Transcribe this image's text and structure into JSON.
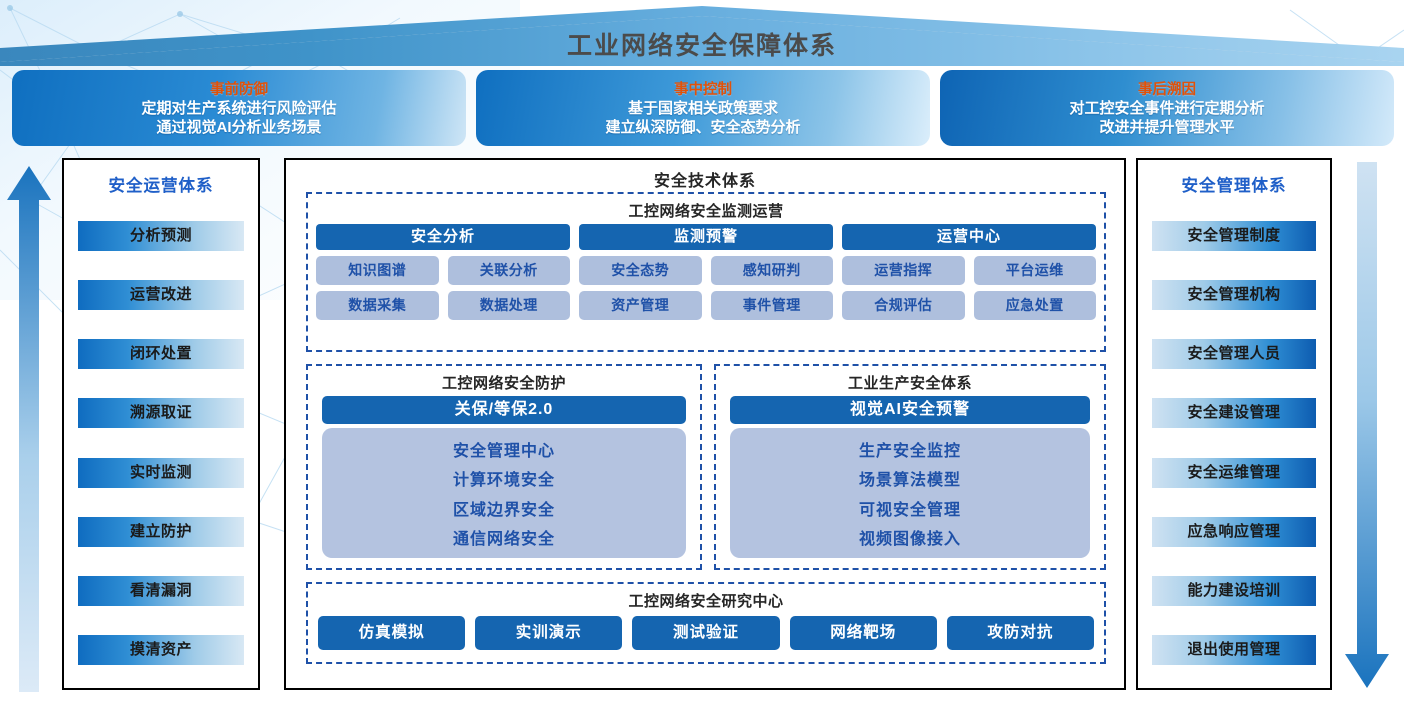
{
  "header": {
    "roof_title": "工业网络安全保障体系",
    "banners": [
      {
        "title": "事前防御",
        "lines": [
          "定期对生产系统进行风险评估",
          "通过视觉AI分析业务场景"
        ]
      },
      {
        "title": "事中控制",
        "lines": [
          "基于国家相关政策要求",
          "建立纵深防御、安全态势分析"
        ]
      },
      {
        "title": "事后溯因",
        "lines": [
          "对工控安全事件进行定期分析",
          "改进并提升管理水平"
        ]
      }
    ]
  },
  "left_panel": {
    "heading": "安全运营体系",
    "items": [
      "分析预测",
      "运营改进",
      "闭环处置",
      "溯源取证",
      "实时监测",
      "建立防护",
      "看清漏洞",
      "摸清资产"
    ]
  },
  "right_panel": {
    "heading": "安全管理体系",
    "items": [
      "安全管理制度",
      "安全管理机构",
      "安全管理人员",
      "安全建设管理",
      "安全运维管理",
      "应急响应管理",
      "能力建设培训",
      "退出使用管理"
    ]
  },
  "center_panel": {
    "heading": "安全技术体系",
    "monitor": {
      "title": "工控网络安全监测运营",
      "columns": [
        {
          "head": "安全分析",
          "cells": [
            "知识图谱",
            "关联分析",
            "数据采集",
            "数据处理"
          ]
        },
        {
          "head": "监测预警",
          "cells": [
            "安全态势",
            "感知研判",
            "资产管理",
            "事件管理"
          ]
        },
        {
          "head": "运营中心",
          "cells": [
            "运营指挥",
            "平台运维",
            "合规评估",
            "应急处置"
          ]
        }
      ]
    },
    "protect": {
      "title": "工控网络安全防护",
      "head": "关保/等保2.0",
      "lines": [
        "安全管理中心",
        "计算环境安全",
        "区域边界安全",
        "通信网络安全"
      ]
    },
    "production": {
      "title": "工业生产安全体系",
      "head": "视觉AI安全预警",
      "lines": [
        "生产安全监控",
        "场景算法模型",
        "可视安全管理",
        "视频图像接入"
      ]
    },
    "research": {
      "title": "工控网络安全研究中心",
      "buttons": [
        "仿真模拟",
        "实训演示",
        "测试验证",
        "网络靶场",
        "攻防对抗"
      ]
    }
  },
  "icons": {
    "left_arrow": "arrow-up-icon",
    "right_arrow": "arrow-down-icon",
    "roof": "roof-chevron-icon"
  },
  "colors": {
    "accent_blue": "#1565b0",
    "dash_blue": "#1f51a8",
    "banner_title": "#e0520a",
    "heading_blue": "#1f5fc8",
    "subcell_bg": "#aebfdd",
    "midbody_bg": "#b4c3e0"
  }
}
